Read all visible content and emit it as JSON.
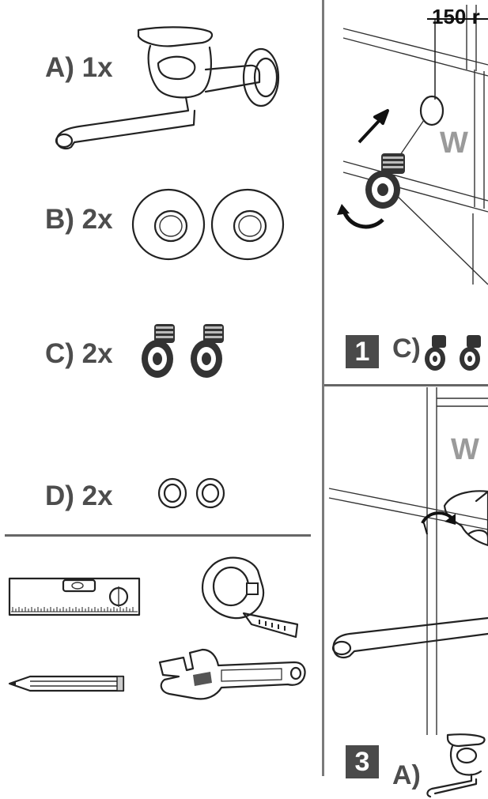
{
  "parts": [
    {
      "label": "A) 1x",
      "icon": "faucet-icon"
    },
    {
      "label": "B) 2x",
      "icon": "rosette-icon"
    },
    {
      "label": "C) 2x",
      "icon": "eccentric-fitting-icon"
    },
    {
      "label": "D) 2x",
      "icon": "washer-icon"
    }
  ],
  "tools": [
    "spirit-level-icon",
    "tape-measure-icon",
    "pencil-icon",
    "adjustable-wrench-icon"
  ],
  "steps": [
    {
      "number": "1",
      "part": "C)"
    },
    {
      "number": "3",
      "part": "A)"
    }
  ],
  "dimension_label": "150 r",
  "wall_marker": "W",
  "colors": {
    "label_text": "#4d4d4d",
    "step_badge": "#4a4a4a",
    "wall_marker": "#9a9a9a"
  }
}
